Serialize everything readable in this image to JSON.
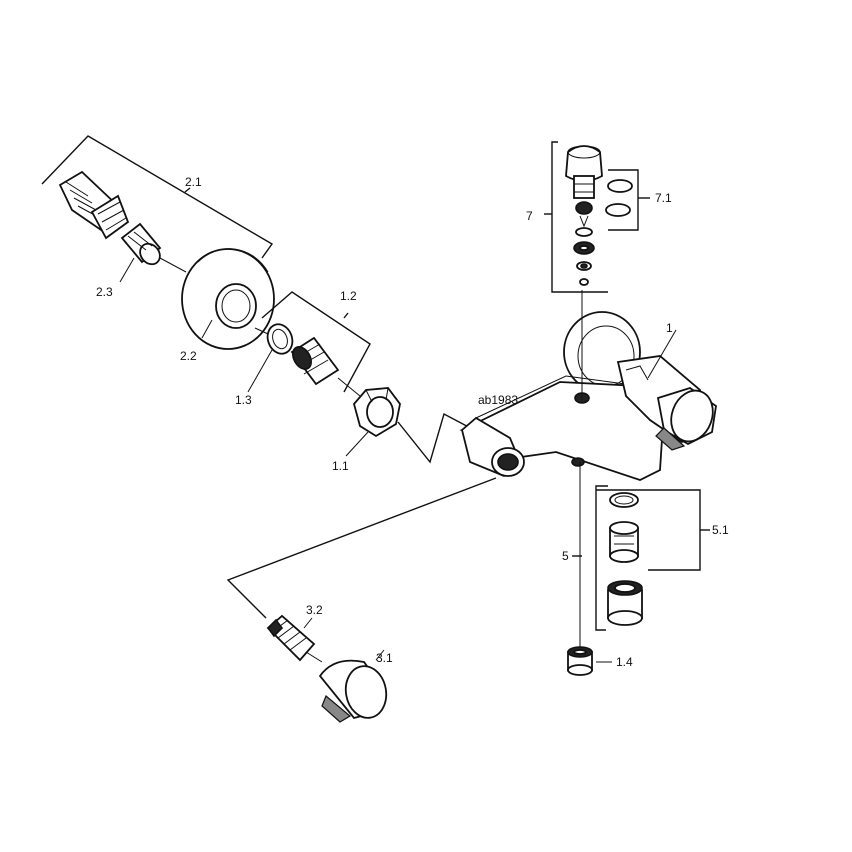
{
  "diagram": {
    "watermark": "ab1983",
    "labels": {
      "p1": "1",
      "p1_1": "1.1",
      "p1_2": "1.2",
      "p1_3": "1.3",
      "p1_4": "1.4",
      "p2_1": "2.1",
      "p2_2": "2.2",
      "p2_3": "2.3",
      "p3_1": "3.1",
      "p3_2": "3.2",
      "p5": "5",
      "p5_1": "5.1",
      "p7": "7",
      "p7_1": "7.1"
    }
  }
}
